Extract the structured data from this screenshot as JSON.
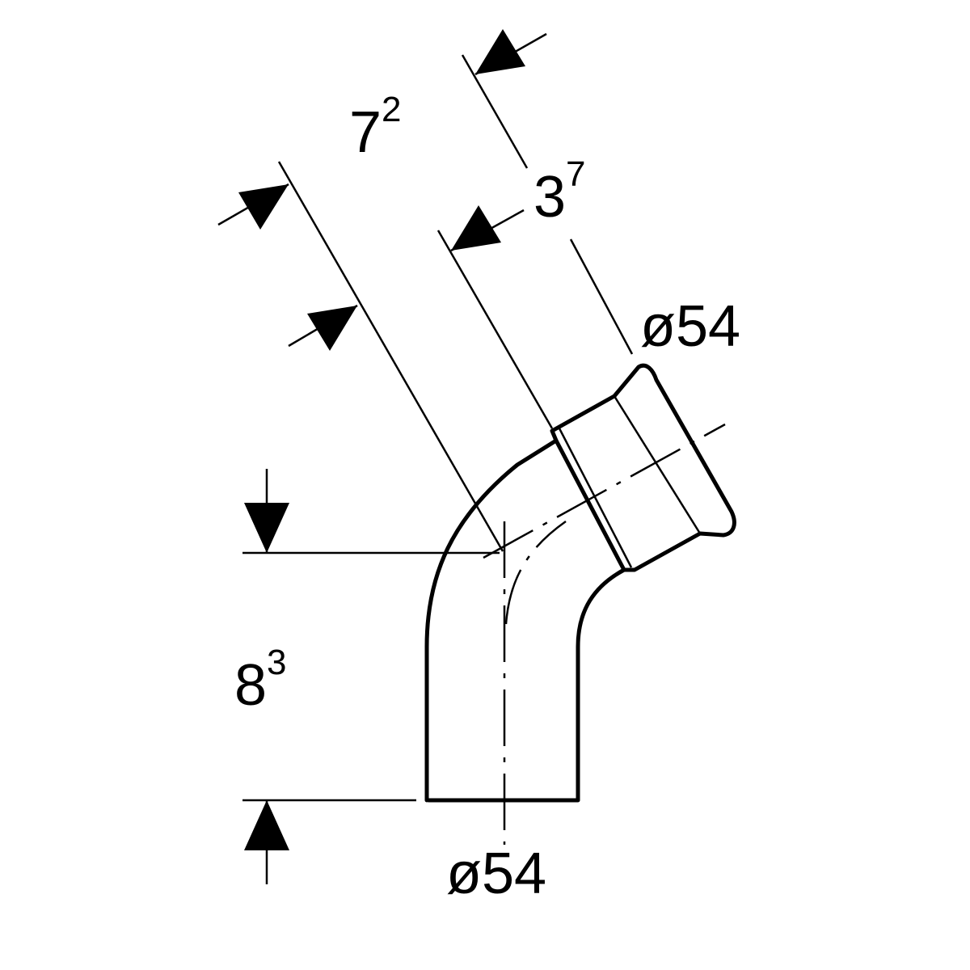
{
  "drawing": {
    "dimensions": {
      "leg_length_angled": {
        "main": "7",
        "sup": "2"
      },
      "socket_depth": {
        "main": "3",
        "sup": "7"
      },
      "outlet_diameter": "ø54",
      "leg_length_vertical": {
        "main": "8",
        "sup": "3"
      },
      "inlet_diameter": "ø54"
    }
  }
}
